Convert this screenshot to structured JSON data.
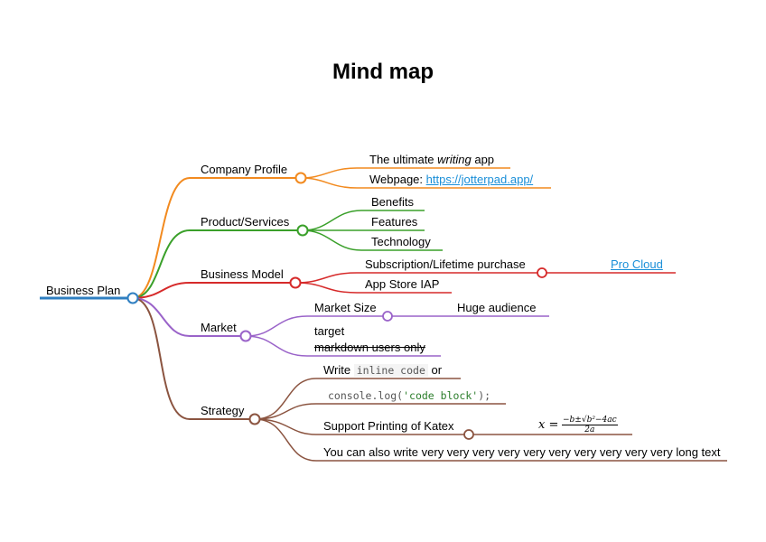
{
  "title": "Mind map",
  "root": "Business Plan",
  "colors": {
    "root": "#2f7fc1",
    "company": "#f28a1f",
    "product": "#3aa02a",
    "model": "#d62a2a",
    "market": "#9a63c9",
    "strategy": "#8b5440",
    "link": "#1a8fd8"
  },
  "company": {
    "label": "Company Profile",
    "item1_pre": "The ultimate ",
    "item1_em": "writing",
    "item1_post": " app",
    "item2_pre": "Webpage: ",
    "item2_link": "https://jotterpad.app/"
  },
  "product": {
    "label": "Product/Services",
    "items": [
      "Benefits",
      "Features",
      "Technology"
    ]
  },
  "model": {
    "label": "Business Model",
    "sub": "Subscription/Lifetime purchase",
    "sub_child": "Pro Cloud",
    "iap": "App Store IAP"
  },
  "market": {
    "label": "Market",
    "size": "Market Size",
    "size_child": "Huge audience",
    "target1": "target",
    "target2": "markdown users only"
  },
  "strategy": {
    "label": "Strategy",
    "write_pre": "Write ",
    "write_code": "inline code",
    "write_post": " or",
    "code_a": "console.",
    "code_b": "log",
    "code_c": "(",
    "code_str": "'code block'",
    "code_d": ");",
    "katex": "Support Printing of Katex",
    "math_lhs": "x =",
    "math_num": "−b±√b²−4ac",
    "math_den": "2a",
    "long": "You can also write very very very very very very very very very very long text"
  }
}
